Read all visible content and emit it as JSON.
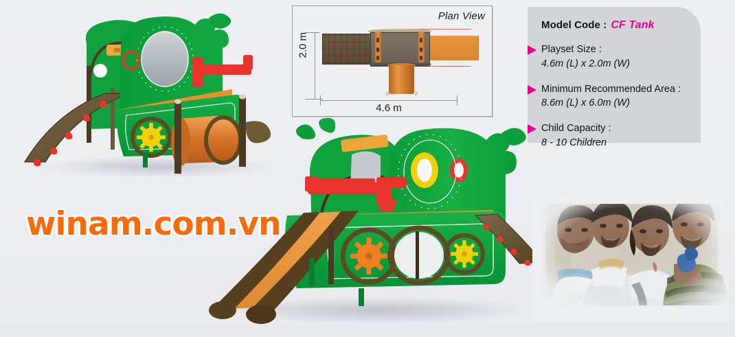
{
  "product": {
    "model_code_label": "Model Code :",
    "model_code_value": "CF Tank",
    "specs": [
      {
        "label": "Playset Size :",
        "value": "4.6m (L) x 2.0m (W)"
      },
      {
        "label": "Minimum Recommended Area :",
        "value": "8.6m (L) x 6.0m (W)"
      },
      {
        "label": "Child Capacity :",
        "value": "8 - 10 Children"
      }
    ]
  },
  "plan_view": {
    "title": "Plan View",
    "width_dimension": "4.6 m",
    "depth_dimension": "2.0 m"
  },
  "watermark": {
    "text": "winam.com.vn"
  },
  "colors": {
    "background": "#ecedf0",
    "panel_background": "#d2d4d7",
    "accent_magenta": "#ec008c",
    "watermark_orange": "#fb6a09",
    "playset_green": "#0ca33e",
    "playset_green_dark": "#0a7d30",
    "slide_orange": "#e8943c",
    "rail_brown": "#57401f",
    "cannon_red": "#e8342c",
    "gear_yellow": "#f2d00c",
    "gear_orange": "#ef8022"
  }
}
